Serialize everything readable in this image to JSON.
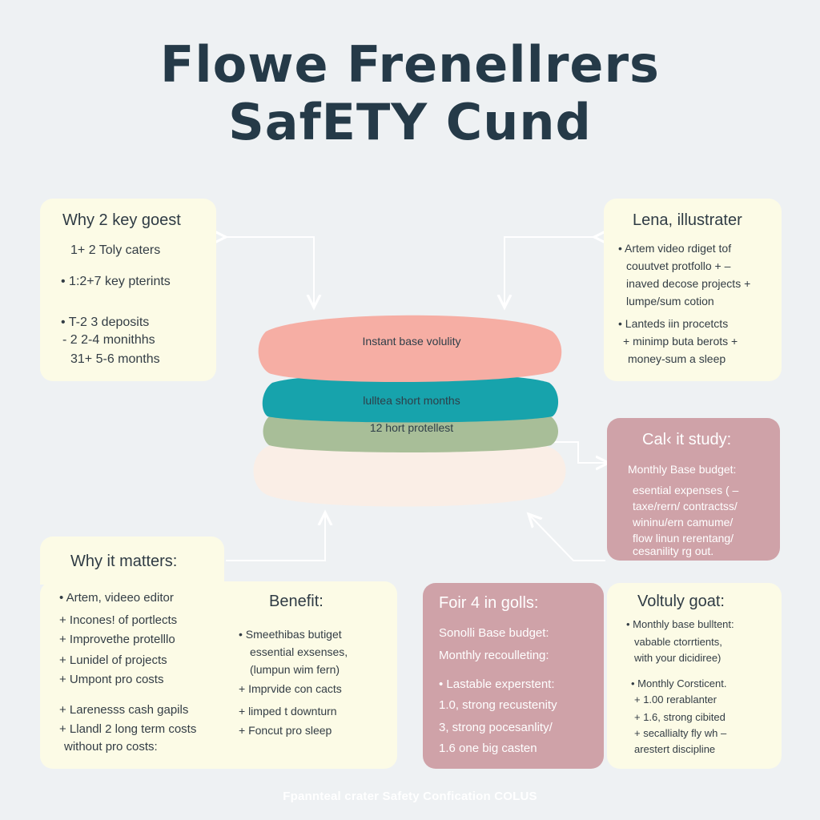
{
  "title": {
    "line1": "Flowe Frenellrers",
    "line2": "SafETY Cund"
  },
  "card_top_left": {
    "heading": "Why 2 key goest",
    "lines": [
      "1+ 2 Toly caters",
      "• 1:2+7 key pterints",
      "• T-2 3 deposits",
      "- 2 2-4 monithhs",
      "31+ 5-6 months"
    ]
  },
  "card_top_right": {
    "heading": "Lena, illustrater",
    "lines": [
      "• Artem video rdiget tof",
      "couutvet protfollo + –",
      "inaved decose projects +",
      "lumpe/sum cotion",
      "• Lanteds iin procetcts",
      "+ minimp buta berots +",
      "money-sum a sleep"
    ]
  },
  "card_case_study": {
    "heading": "Cal‹ it study:",
    "lines": [
      "Monthly Base budget:",
      "esential expenses ( –",
      "taxe/rern/ contractss/",
      "wininu/ern camume/",
      "flow linun rerentang/",
      "cesanility rg out."
    ]
  },
  "card_why_matters": {
    "heading": "Why it matters:",
    "lines": [
      "• Artem, videeo editor",
      "+ Incones! of portlects",
      "+ Improvethe protelllo",
      "+ Lunidel of projects",
      "+ Umpont pro costs",
      "+ Larenesss cash gapils",
      "+ Llandl 2 long term costs",
      "without pro costs:"
    ],
    "benefit_heading": "Benefit:",
    "benefit_lines": [
      "• Smeethibas butiget",
      "essential exsenses,",
      "(lumpun wim fern)",
      "+ Imprvide con cacts",
      "+ limped t downturn",
      "+ Foncut pro sleep"
    ]
  },
  "card_four_goals": {
    "heading": "Foir 4 in golls:",
    "lines": [
      "Sonolli Base budget:",
      "Monthly recoulleting:",
      "• Lastable experstent:",
      "1.0, strong recustenity",
      "3, strong pocesanlity/",
      "1.6 one big casten"
    ]
  },
  "card_voltuly": {
    "heading": "Voltuly goat:",
    "lines": [
      "• Monthly base bulltent:",
      "vabable ctorrtients,",
      "with your dicidiree)",
      "• Monthly Corsticent.",
      "+ 1.00 rerablanter",
      "+ 1.6, strong cibited",
      "+ secallialty fly wh –",
      "arestert discipline"
    ]
  },
  "stack": {
    "layer1": "Instant base volulity",
    "layer2": "lulltea short months",
    "layer3": "12 hort protellest",
    "colors": {
      "layer1": "#f6aea4",
      "layer2": "#17a3ac",
      "layer3": "#a8be98",
      "layer4": "#faeee6"
    }
  },
  "footer": "Fpannteal crater Safety Confication COLUS"
}
